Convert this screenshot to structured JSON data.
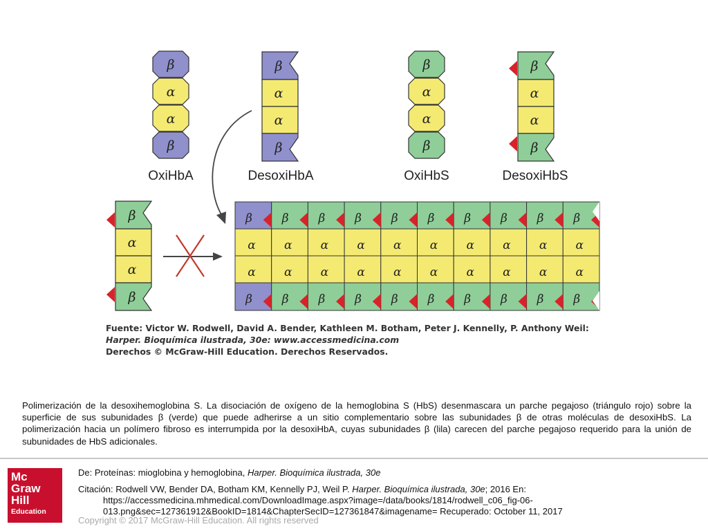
{
  "figure": {
    "labels": {
      "oxihba": "OxiHbA",
      "desoxihba": "DesoxiHbA",
      "oxihbs": "OxiHbS",
      "desoxihbs": "DesoxiHbS"
    },
    "beta": "β",
    "alpha": "α",
    "colors": {
      "beta_hba": "#9090cc",
      "beta_hbs": "#8fce98",
      "alpha": "#f4ea72",
      "patch": "#d8232a",
      "stroke": "#333333",
      "arrow": "#444444",
      "cross": "#c0392b"
    },
    "polymer_columns": 10,
    "source": {
      "line1": "Fuente: Victor W. Rodwell, David A. Bender, Kathleen M. Botham, Peter J. Kennelly, P. Anthony Weil:",
      "line2": "Harper. Bioquímica ilustrada, 30e: www.accessmedicina.com",
      "line3": "Derechos © McGraw-Hill Education. Derechos Reservados."
    }
  },
  "caption": "Polimerización de la desoxihemoglobina S. La disociación de oxígeno de la hemoglobina S (HbS) desenmascara un parche pegajoso (triángulo rojo) sobre la superficie de sus subunidades β (verde) que puede adherirse a un sitio complementario sobre las subunidades β de otras moléculas de desoxiHbS. La polimerización hacia un polímero fibroso es interrumpida por la desoxiHbA, cuyas subunidades β (lila) carecen del parche pegajoso requerido para la unión de subunidades de HbS adicionales.",
  "logo": {
    "line1": "Mc",
    "line2": "Graw",
    "line3": "Hill",
    "line4": "Education"
  },
  "footer": {
    "de_prefix": "De: Proteínas: mioglobina y hemoglobina, ",
    "de_book": "Harper. Bioquímica ilustrada, 30e",
    "cita_prefix": "Citación: Rodwell VW, Bender DA, Botham KM, Kennelly PJ, Weil P. ",
    "cita_book": "Harper. Bioquímica ilustrada, 30e",
    "cita_suffix": "; 2016 En:",
    "cita_url1": "https://accessmedicina.mhmedical.com/DownloadImage.aspx?image=/data/books/1814/rodwell_c06_fig-06-",
    "cita_url2": "013.png&sec=127361912&BookID=1814&ChapterSecID=127361847&imagename= Recuperado: October 11, 2017"
  },
  "copyright": "Copyright © 2017 McGraw-Hill Education. All rights reserved"
}
